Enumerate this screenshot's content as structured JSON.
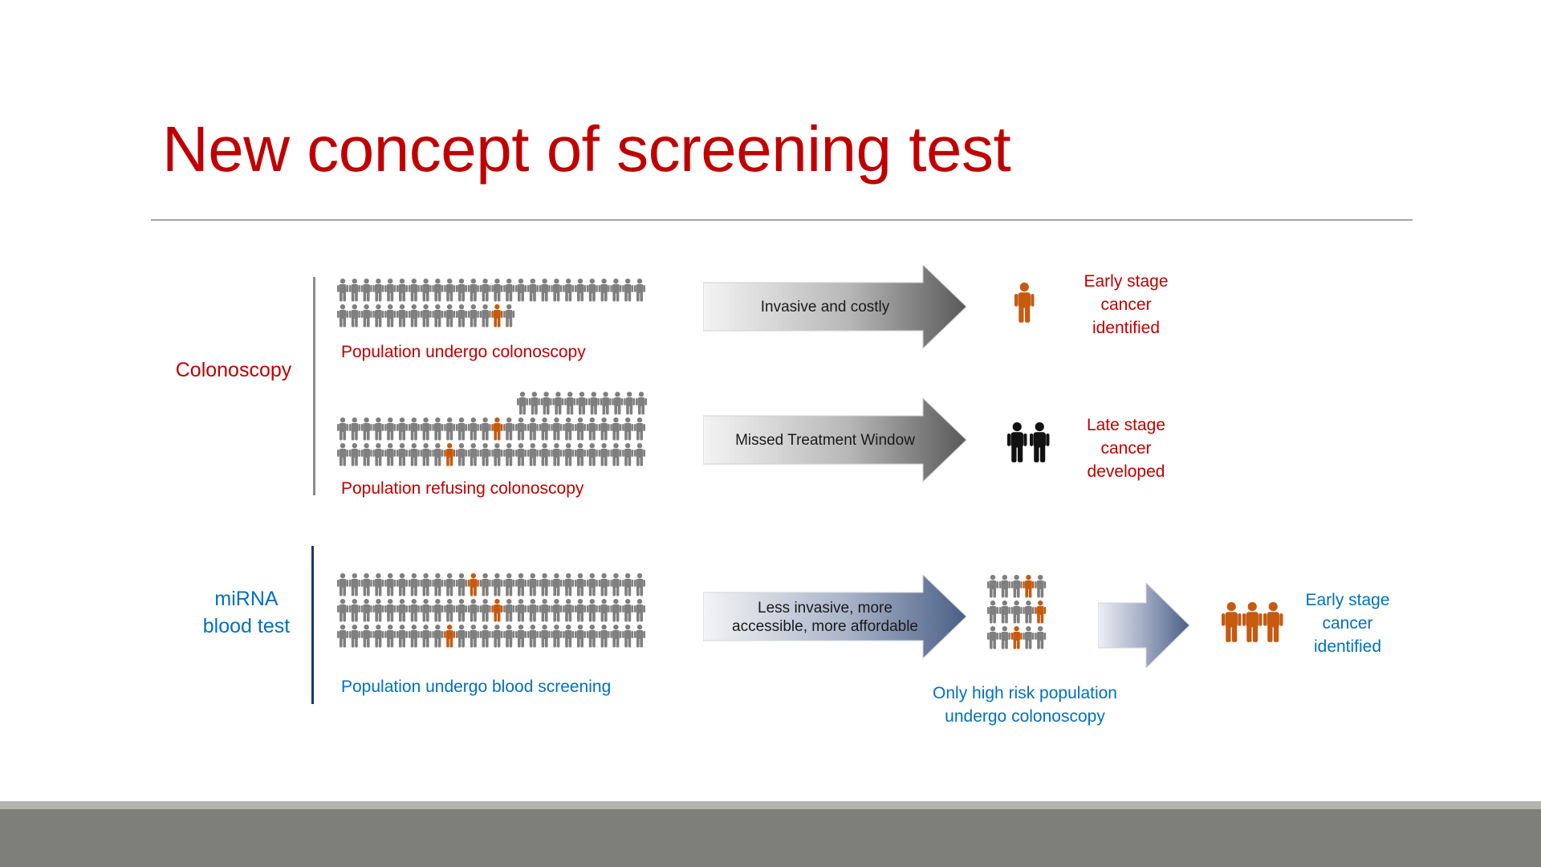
{
  "title": "New concept of screening test",
  "colors": {
    "title": "#c00000",
    "blue": "#0070c0",
    "person_grey": "#7f7f7f",
    "person_orange": "#c55a11",
    "person_black": "#111111"
  },
  "colonoscopy": {
    "label": "Colonoscopy",
    "undergo": {
      "caption": "Population undergo colonoscopy",
      "arrow_text": "Invasive and costly",
      "outcome": [
        "Early stage",
        "cancer",
        "identified"
      ]
    },
    "refuse": {
      "caption": "Population refusing colonoscopy",
      "arrow_text": "Missed Treatment Window",
      "outcome": [
        "Late stage",
        "cancer",
        "developed"
      ]
    }
  },
  "mirna": {
    "label": [
      "miRNA",
      "blood test"
    ],
    "caption": "Population undergo blood screening",
    "arrow_text": [
      "Less invasive, more",
      "accessible, more affordable"
    ],
    "high_risk_caption": [
      "Only high risk population",
      "undergo colonoscopy"
    ],
    "outcome": [
      "Early stage",
      "cancer",
      "identified"
    ]
  },
  "icons": {
    "person": "person-icon",
    "arrow": "right-arrow-icon"
  }
}
